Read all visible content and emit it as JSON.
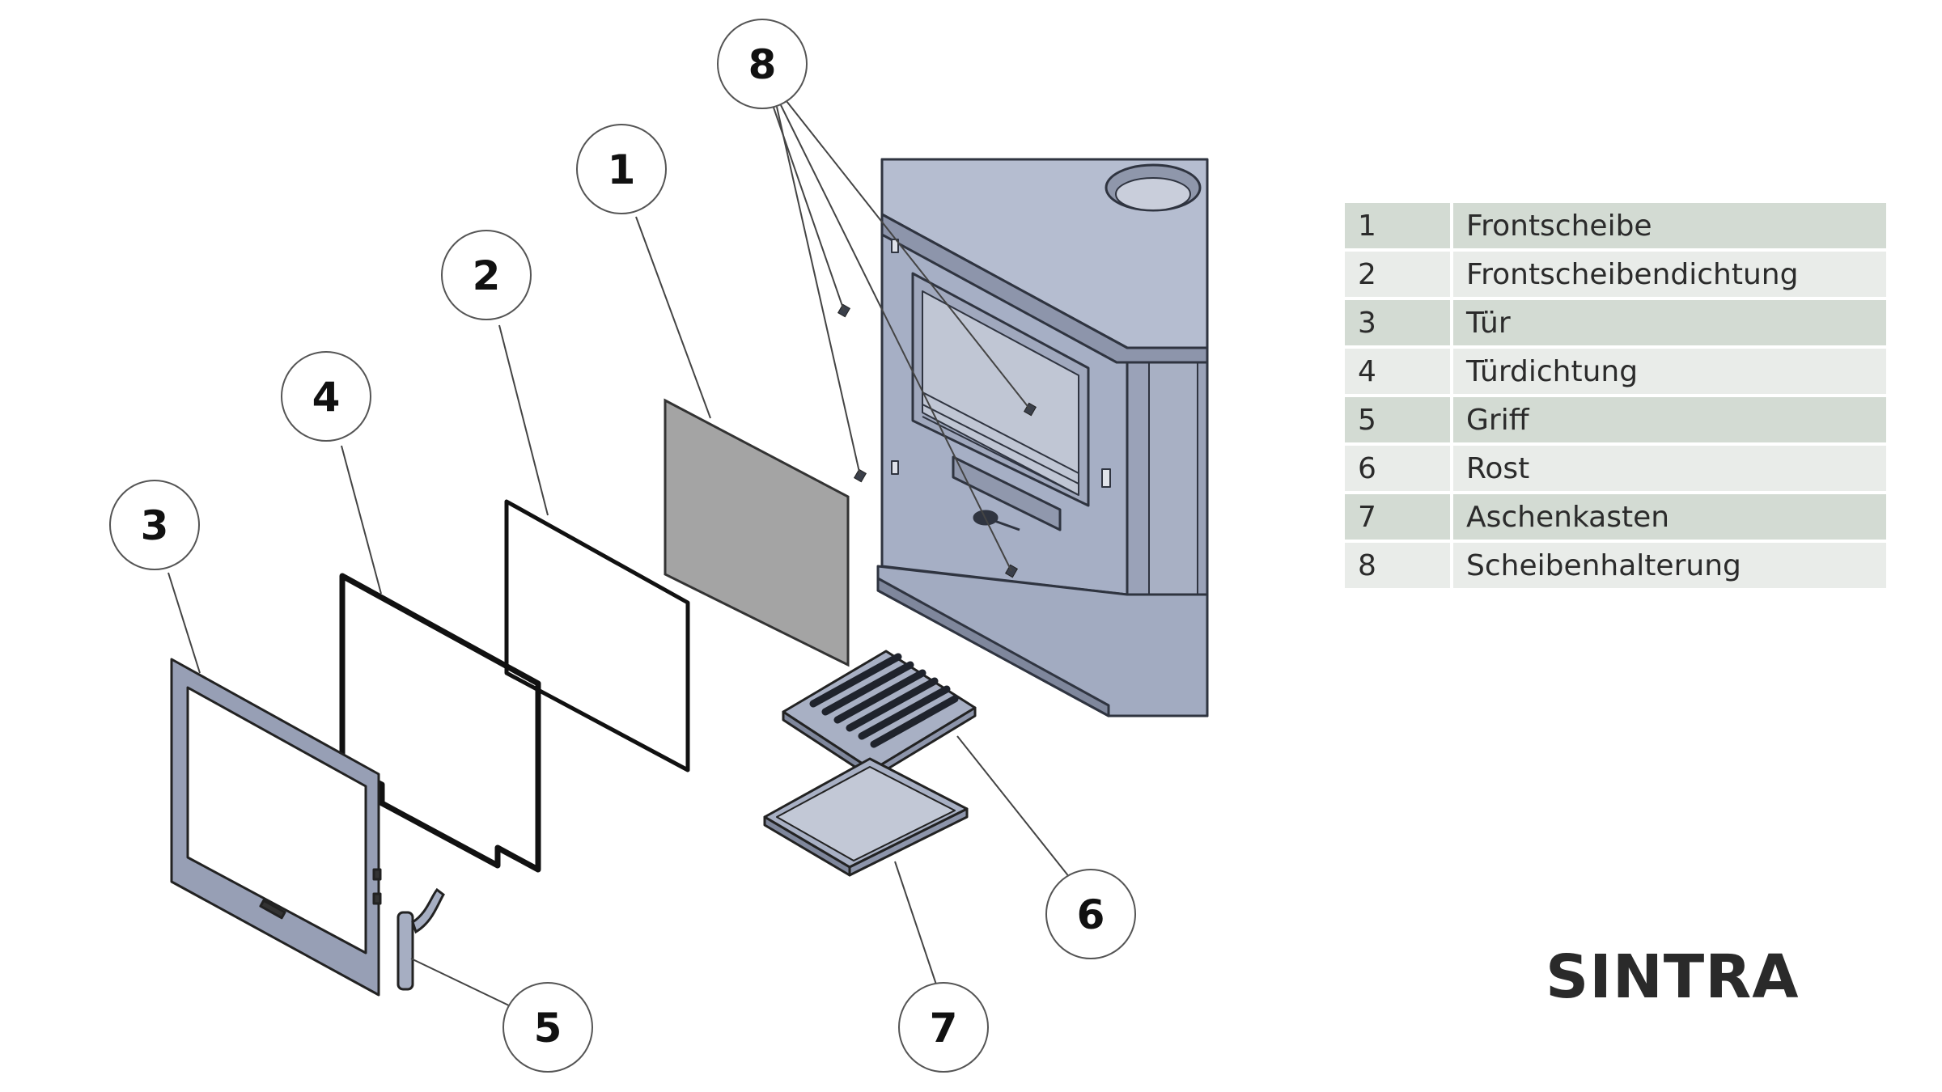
{
  "colors": {
    "stove_body": "#a6afc5",
    "stove_side": "#8d95ab",
    "glass": "#a4a4a4",
    "table_row_dark": "#d3dbd3",
    "table_row_light": "#e9ece9",
    "line": "#3a3a3a"
  },
  "callouts": [
    {
      "id": "1",
      "label": "1"
    },
    {
      "id": "2",
      "label": "2"
    },
    {
      "id": "3",
      "label": "3"
    },
    {
      "id": "4",
      "label": "4"
    },
    {
      "id": "5",
      "label": "5"
    },
    {
      "id": "6",
      "label": "6"
    },
    {
      "id": "7",
      "label": "7"
    },
    {
      "id": "8",
      "label": "8"
    }
  ],
  "parts": [
    {
      "num": "1",
      "name": "Frontscheibe"
    },
    {
      "num": "2",
      "name": "Frontscheibendichtung"
    },
    {
      "num": "3",
      "name": "Tür"
    },
    {
      "num": "4",
      "name": "Türdichtung"
    },
    {
      "num": "5",
      "name": "Griff"
    },
    {
      "num": "6",
      "name": "Rost"
    },
    {
      "num": "7",
      "name": "Aschenkasten"
    },
    {
      "num": "8",
      "name": "Scheibenhalterung"
    }
  ],
  "model_name": "SINTRA"
}
